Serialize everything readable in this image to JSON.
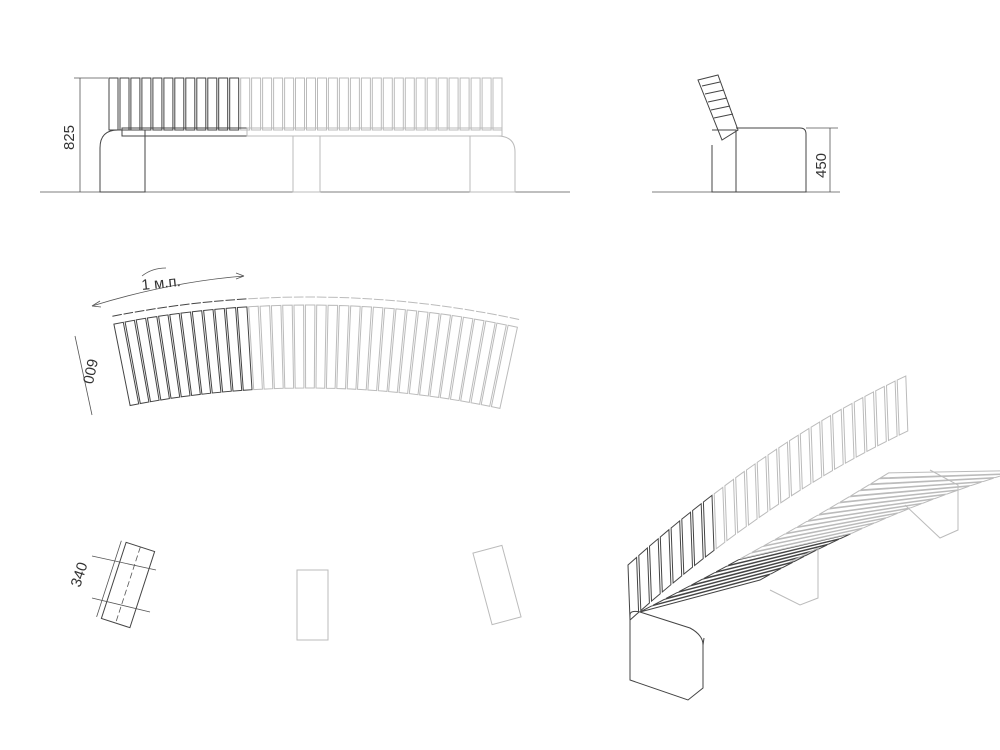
{
  "drawing": {
    "front_view": {
      "height_dimension": "825",
      "slat_count": 36,
      "highlighted_slats": 12
    },
    "side_view": {
      "seat_height_dimension": "450"
    },
    "plan_view": {
      "length_label": "1 м.п.",
      "depth_dimension": "600",
      "slat_count": 36,
      "highlighted_slats": 12
    },
    "footprint_view": {
      "support_width_dimension": "340"
    },
    "iso_view": {
      "seat_slats": 22,
      "back_slats": 26,
      "highlighted_seat_slats": 8,
      "highlighted_back_slats": 8
    },
    "colors": {
      "highlight": "#444444",
      "faded": "#bbbbbb"
    }
  }
}
